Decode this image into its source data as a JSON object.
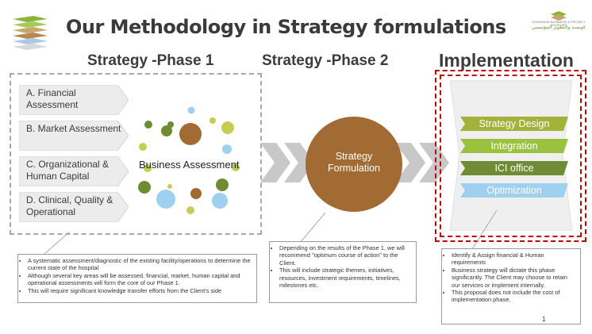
{
  "header": {
    "title": "Our Methodology  in Strategy formulations",
    "logo_caption_line1": "KOUNSEAD BUSINESS & PROJECT",
    "logo_caption_line2": "ADVISORY",
    "logo_arabic": "كونسيد والتطوير المؤسسي"
  },
  "phase1": {
    "heading": "Strategy -Phase 1",
    "items": [
      "A. Financial Assessment",
      "B. Market Assessment",
      "C. Organizational & Human Capital",
      "D. Clinical, Quality & Operational"
    ],
    "center_label": "Business Assessment",
    "notes": [
      "A systematic assessment/diagnostic of the existing facility/operations to determine the current state of the hospital",
      "Although several key areas will be assessed, financial, market,  human capital and operational assessments will form the core of our Phase 1.",
      "This will require significant knowledge transfer efforts from the Client's side"
    ]
  },
  "phase2": {
    "heading": "Strategy -Phase 2",
    "circle_label": "Strategy Formulation",
    "notes": [
      "Depending on the results of the Phase 1, we will recommend \"optimum course of action\" to the Client.",
      "This will include strategic themes, initiatives, resources, investment requirements, timelines, milestones etc."
    ]
  },
  "implementation": {
    "heading": "Implementation",
    "bars": [
      {
        "label": "Strategy Design",
        "color": "#a3b33a"
      },
      {
        "label": "Integration",
        "color": "#9bc23e"
      },
      {
        "label": "ICI office",
        "color": "#6e8c34"
      },
      {
        "label": "Optimization",
        "color": "#9fd0ef"
      }
    ],
    "notes": [
      "Identify & Assign financial & Human requirements",
      "Business strategy will dictate this phase significantly. The Client may choose to retain our services or implement internally.",
      "This proposal does not include the cost of implementation phase."
    ],
    "page_number": "1"
  },
  "colors": {
    "accent_brown": "#a26b34",
    "dashed_red": "#c00000",
    "chevron_gray": "#c8c8c8",
    "olive": "#a3b33a",
    "light_blue": "#9fd0ef"
  }
}
